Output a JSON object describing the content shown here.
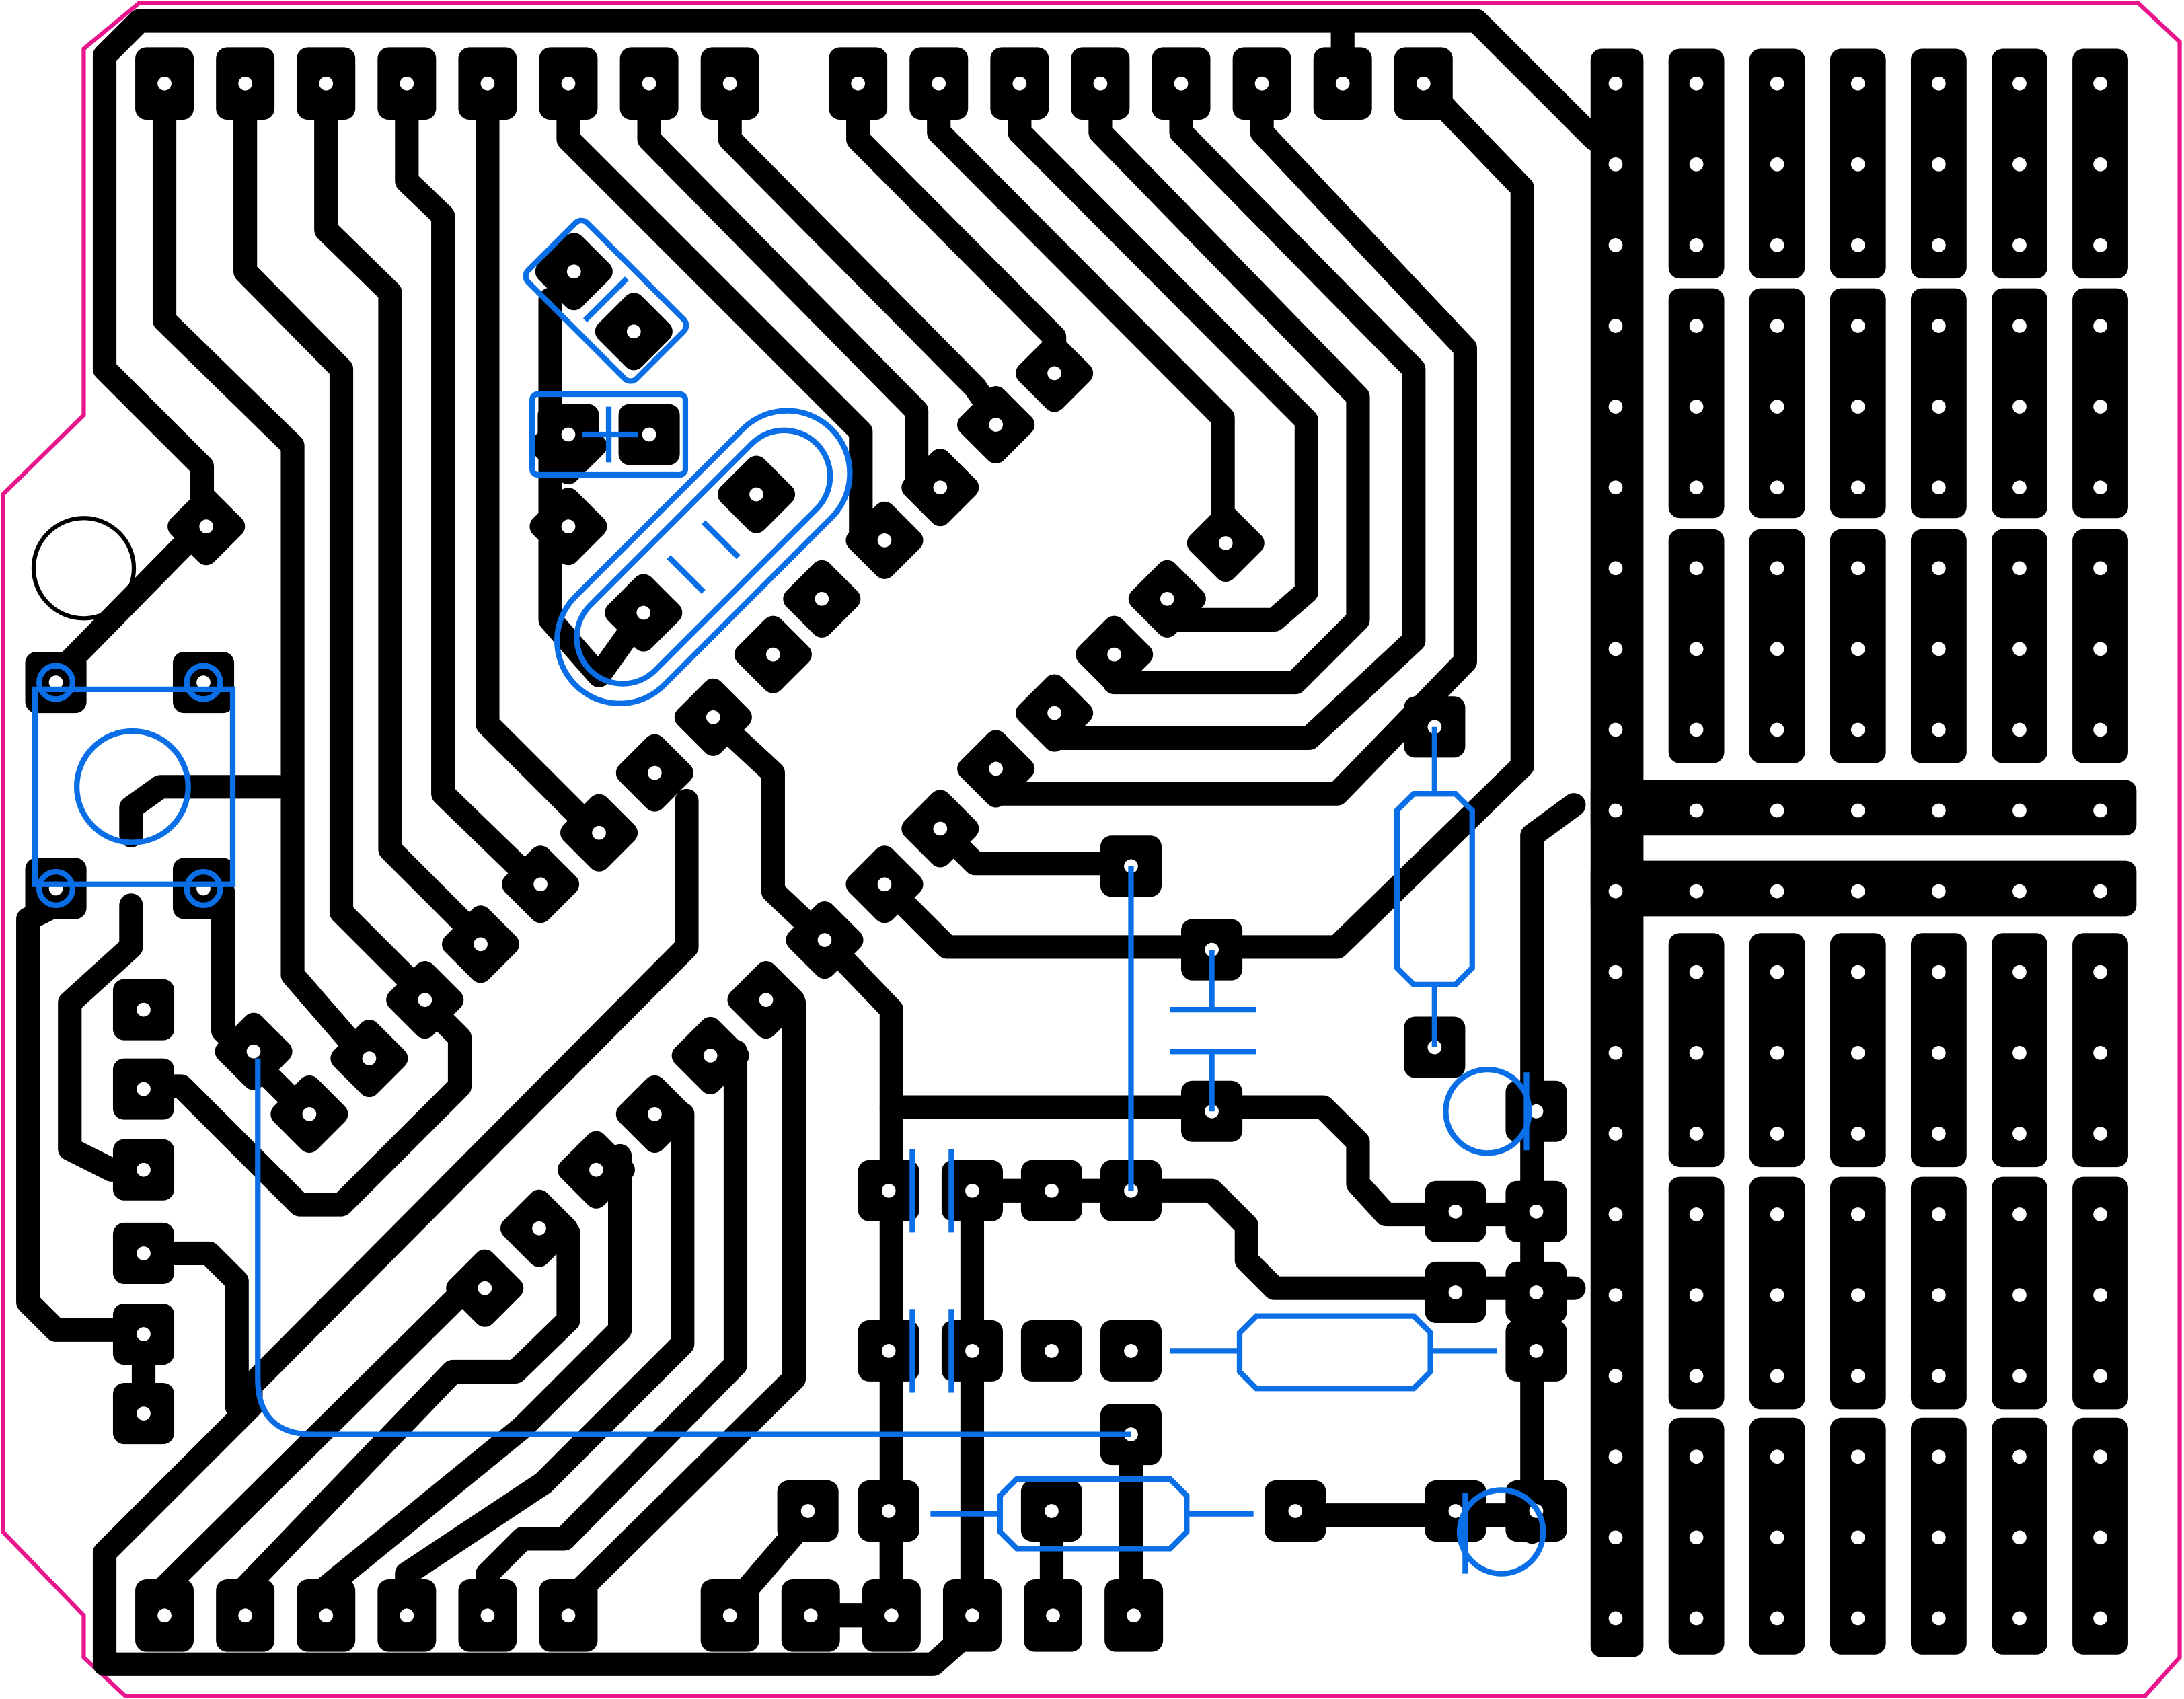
{
  "colors": {
    "background": "#ffffff",
    "board_outline": "#e8158c",
    "copper": "#000000",
    "silkscreen": "#0a6fe6",
    "drill": "#ffffff"
  },
  "board": {
    "top_header_pins": 16,
    "bottom_header_pins": 12,
    "grid_columns": 7,
    "grid_rows": 20
  }
}
